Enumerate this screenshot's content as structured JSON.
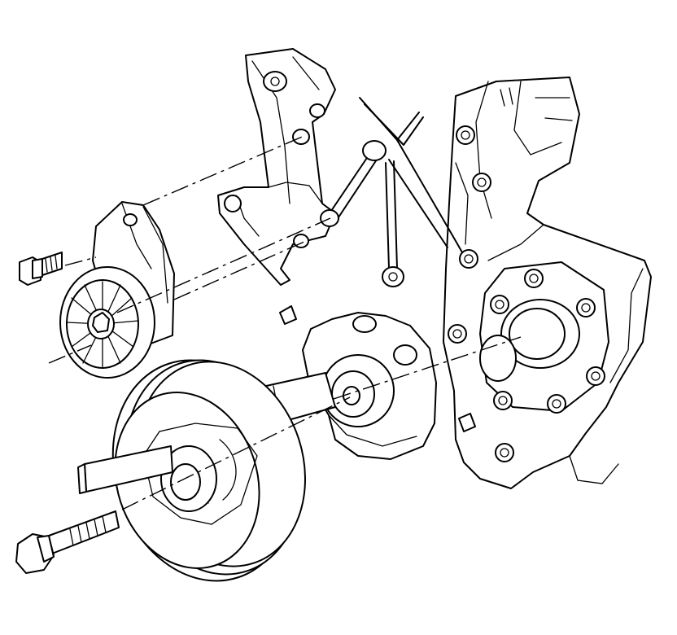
{
  "figure": {
    "kind": "exploded-view line drawing",
    "line_color": "#000000",
    "background_color": "#ffffff",
    "parts": [
      "engine-front-cover",
      "timing-chain-guide",
      "accessory-bracket",
      "drive-belt-tensioner",
      "tensioner-bolt",
      "water-pump",
      "crankshaft-balancer",
      "balancer-bolt",
      "balancer-holding-tool"
    ]
  }
}
